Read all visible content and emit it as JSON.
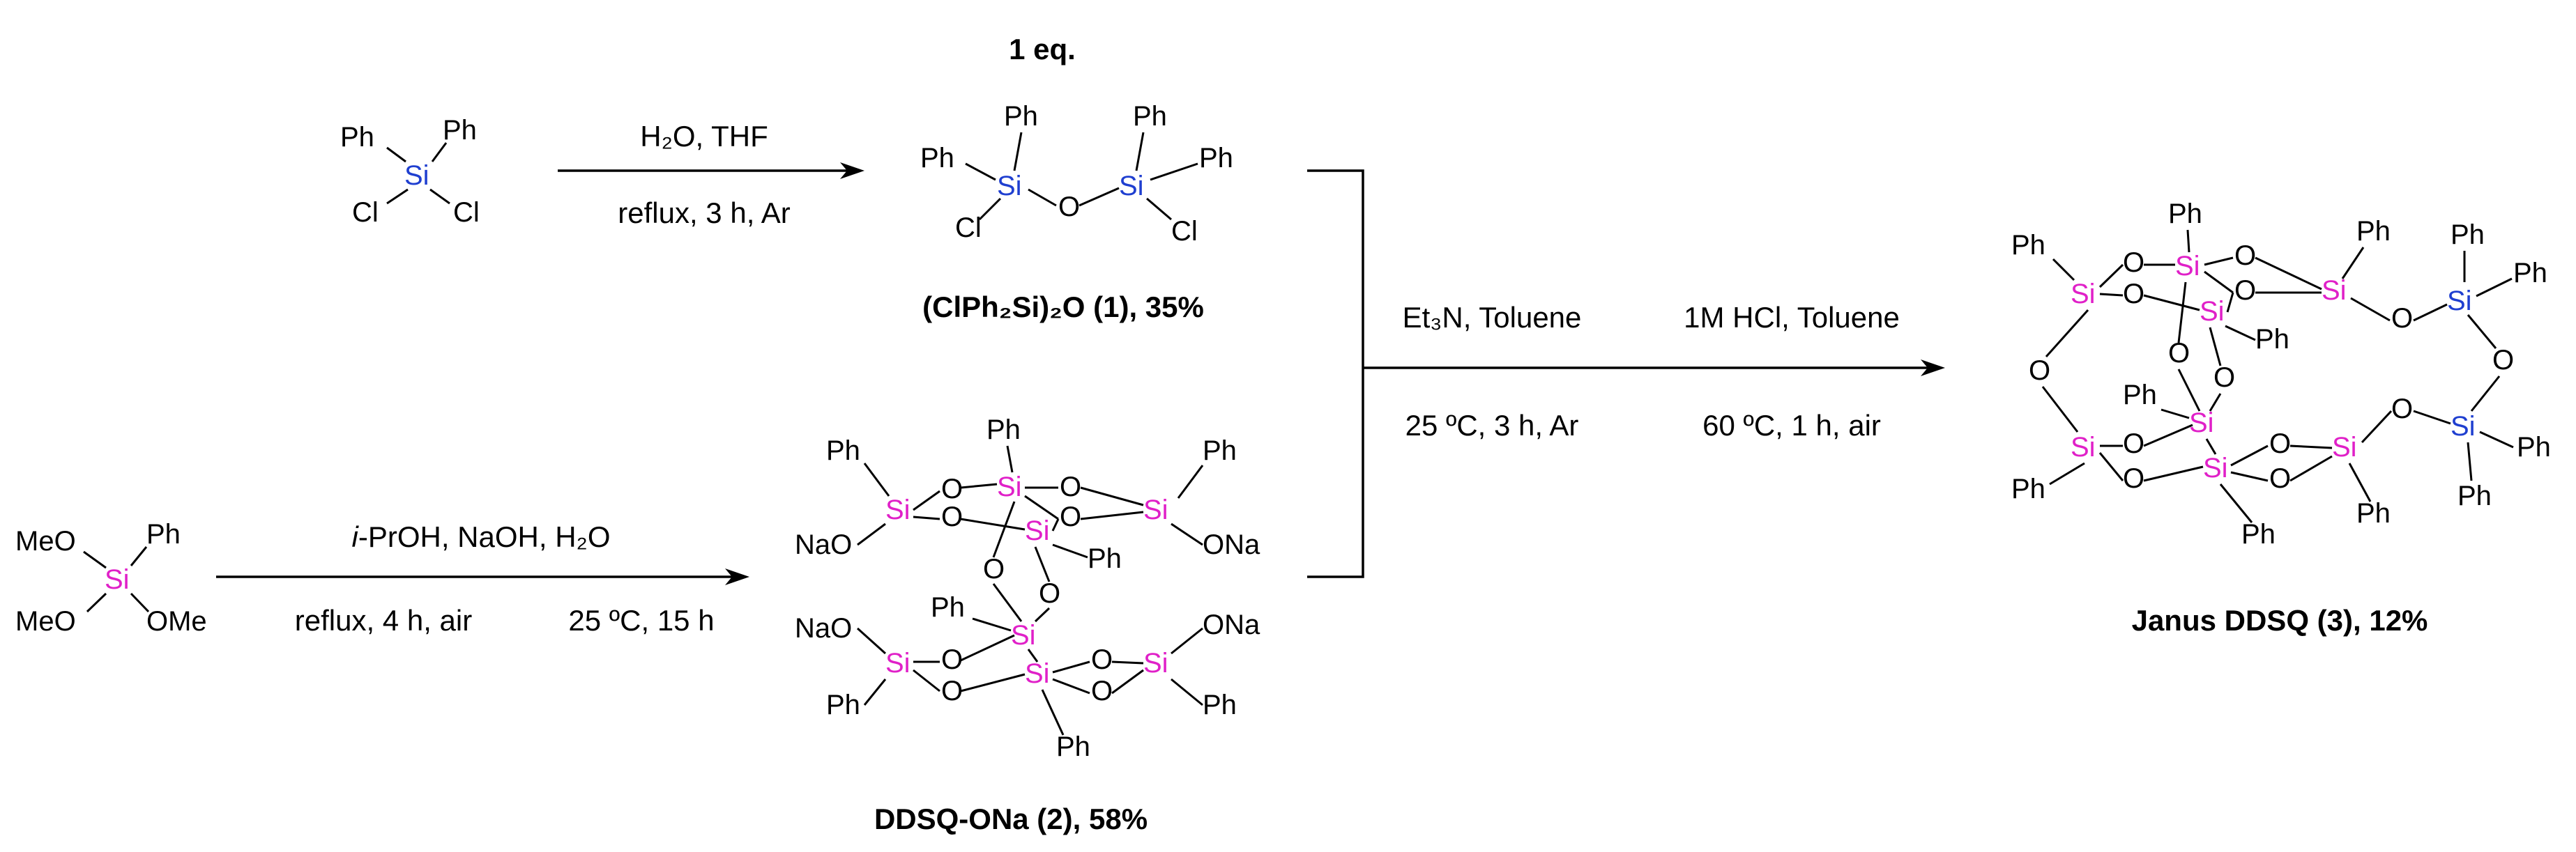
{
  "scheme": {
    "top_note": "1 eq.",
    "atoms": {
      "ph": "Ph",
      "si": "Si",
      "cl": "Cl",
      "o": "O",
      "meo": "MeO",
      "ome": "OMe",
      "nao": "NaO",
      "ona": "ONa"
    },
    "step1": {
      "above": "H₂O, THF",
      "below": "reflux, 3 h, Ar"
    },
    "step2": {
      "above_prefix": "i",
      "above_rest": "-PrOH, NaOH, H₂O",
      "below_a": "reflux, 4 h, air",
      "below_b": "25 ºC, 15 h"
    },
    "step3": {
      "above": "Et₃N, Toluene",
      "below": "25 ºC, 3 h, Ar"
    },
    "step4": {
      "above": "1M HCl, Toluene",
      "below": "60 ºC, 1 h, air"
    },
    "compound1": {
      "label": "(ClPh₂Si)₂O (1), 35%"
    },
    "compound2": {
      "label": "DDSQ-ONa (2), 58%"
    },
    "compound3": {
      "label": "Janus DDSQ (3), 12%"
    },
    "colors": {
      "blue_si": "#1f3fd0",
      "pink_si": "#e020c8"
    }
  }
}
